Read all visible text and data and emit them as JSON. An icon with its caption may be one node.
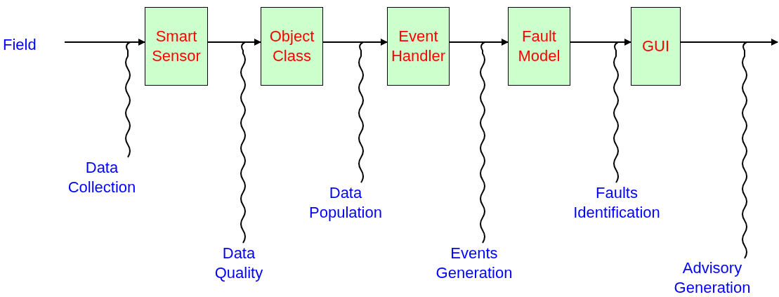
{
  "diagram": {
    "nodes": [
      {
        "text": [
          "Field"
        ]
      },
      {
        "text": [
          "Smart Sensor"
        ]
      },
      {
        "text": [
          "Object Class"
        ]
      },
      {
        "text": [
          "Event Handler"
        ]
      },
      {
        "text": [
          "Fault Model"
        ]
      },
      {
        "text": [
          "GUI"
        ]
      },
      {
        "text": [
          "Data Collection"
        ]
      },
      {
        "text": [
          "Data Quality"
        ]
      },
      {
        "text": [
          "Data Population"
        ]
      },
      {
        "text": [
          "Events Generation"
        ]
      },
      {
        "text": [
          "Faults Identification"
        ]
      },
      {
        "text": [
          "Advisory Generation"
        ]
      }
    ],
    "edges": [
      {
        "from": 0,
        "to": 1,
        "arrow": "to"
      },
      {
        "from": 1,
        "to": 2,
        "arrow": "to"
      },
      {
        "from": 2,
        "to": 3,
        "arrow": "to"
      },
      {
        "from": 3,
        "to": 4,
        "arrow": "to"
      },
      {
        "from": 4,
        "to": 5,
        "arrow": "to"
      },
      {
        "from": 5,
        "to": null,
        "arrow": "to"
      },
      {
        "from": 6,
        "to": null,
        "arrow": "none"
      },
      {
        "from": 7,
        "to": null,
        "arrow": "none"
      },
      {
        "from": 8,
        "to": null,
        "arrow": "none"
      },
      {
        "from": 9,
        "to": null,
        "arrow": "none"
      },
      {
        "from": 10,
        "to": null,
        "arrow": "none"
      },
      {
        "from": 11,
        "to": null,
        "arrow": "none"
      }
    ]
  }
}
